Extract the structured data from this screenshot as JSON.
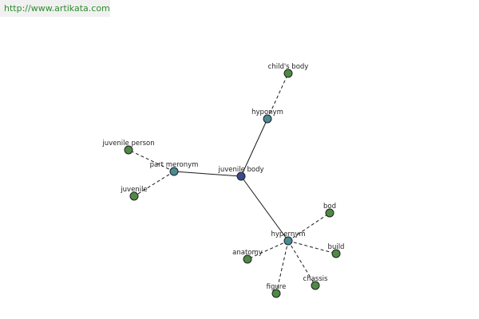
{
  "source": {
    "url_text": "http://www.artikata.com"
  },
  "colors": {
    "center": "#3b4a8c",
    "relation": "#4a8a93",
    "leaf": "#4f8a45",
    "source_text": "#2e8b2e"
  },
  "graph": {
    "nodes": [
      {
        "id": "juvenile_body",
        "label": "juvenile body",
        "kind": "center"
      },
      {
        "id": "hyponym",
        "label": "hyponym",
        "kind": "relation"
      },
      {
        "id": "part_meronym",
        "label": "part meronym",
        "kind": "relation"
      },
      {
        "id": "hypernym",
        "label": "hypernym",
        "kind": "relation"
      },
      {
        "id": "childs_body",
        "label": "child's body",
        "kind": "leaf"
      },
      {
        "id": "juvenile_person",
        "label": "juvenile person",
        "kind": "leaf"
      },
      {
        "id": "juvenile",
        "label": "juvenile",
        "kind": "leaf"
      },
      {
        "id": "bod",
        "label": "bod",
        "kind": "leaf"
      },
      {
        "id": "build",
        "label": "build",
        "kind": "leaf"
      },
      {
        "id": "anatomy",
        "label": "anatomy",
        "kind": "leaf"
      },
      {
        "id": "chassis",
        "label": "chassis",
        "kind": "leaf"
      },
      {
        "id": "figure",
        "label": "figure",
        "kind": "leaf"
      }
    ],
    "edges": [
      {
        "from": "juvenile_body",
        "to": "hyponym",
        "style": "solid"
      },
      {
        "from": "juvenile_body",
        "to": "part_meronym",
        "style": "solid"
      },
      {
        "from": "juvenile_body",
        "to": "hypernym",
        "style": "solid"
      },
      {
        "from": "hyponym",
        "to": "childs_body",
        "style": "dashed"
      },
      {
        "from": "part_meronym",
        "to": "juvenile_person",
        "style": "dashed"
      },
      {
        "from": "part_meronym",
        "to": "juvenile",
        "style": "dashed"
      },
      {
        "from": "hypernym",
        "to": "bod",
        "style": "dashed"
      },
      {
        "from": "hypernym",
        "to": "build",
        "style": "dashed"
      },
      {
        "from": "hypernym",
        "to": "anatomy",
        "style": "dashed"
      },
      {
        "from": "hypernym",
        "to": "chassis",
        "style": "dashed"
      },
      {
        "from": "hypernym",
        "to": "figure",
        "style": "dashed"
      }
    ]
  }
}
